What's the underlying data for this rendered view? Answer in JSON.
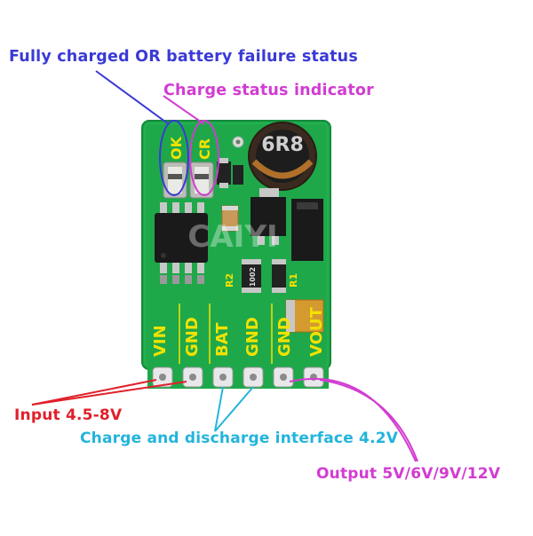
{
  "annotations": {
    "status_led": {
      "text": "Fully charged OR battery failure status",
      "color": "#3a3ad6"
    },
    "charge_indicator": {
      "text": "Charge status indicator",
      "color": "#d23cd2"
    },
    "input": {
      "text": "Input 4.5-8V",
      "color": "#e0202a"
    },
    "charge_interface": {
      "text": "Charge and discharge interface 4.2V",
      "color": "#22b4dc"
    },
    "output": {
      "text": "Output 5V/6V/9V/12V",
      "color": "#d23cd2"
    }
  },
  "board": {
    "pcb_color": "#1ea84a",
    "silk_color": "#f2e200",
    "led_labels": [
      "OK",
      "CR"
    ],
    "pin_labels": [
      "VIN",
      "GND",
      "BAT",
      "GND",
      "GND",
      "VOUT"
    ],
    "ref_labels": [
      "R2",
      "R1"
    ],
    "inductor_label": "6R8",
    "resistor_code": "1002",
    "watermark": "CAIYI"
  }
}
